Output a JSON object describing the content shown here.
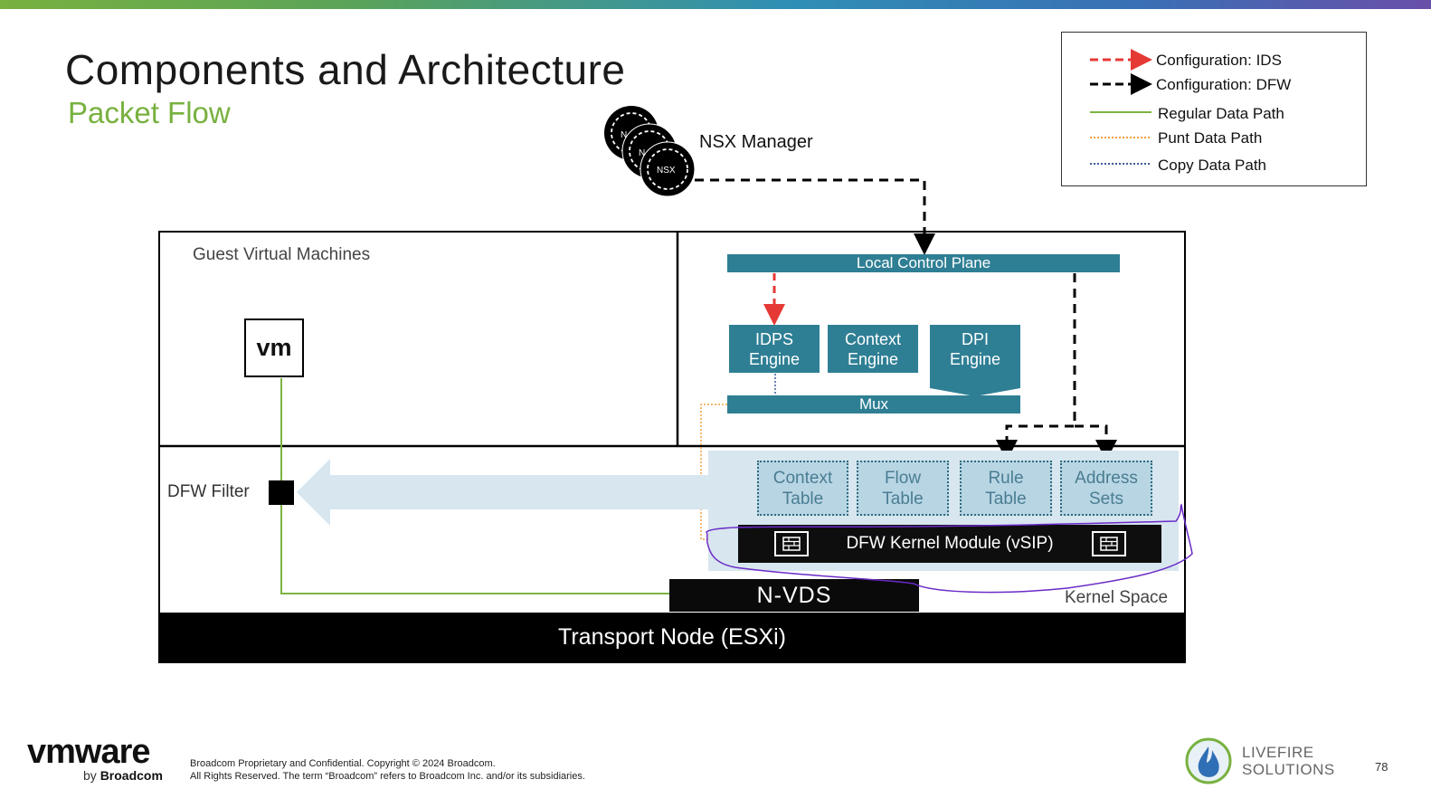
{
  "header": {
    "title": "Components and Architecture",
    "subtitle": "Packet Flow"
  },
  "legend": {
    "items": [
      {
        "label": "Configuration: IDS",
        "style": "red-dashed-arrow",
        "color": "#e53935"
      },
      {
        "label": "Configuration: DFW",
        "style": "black-dashed-arrow",
        "color": "#000000"
      },
      {
        "label": "Regular Data Path",
        "style": "solid",
        "color": "#7cb342"
      },
      {
        "label": "Punt Data Path",
        "style": "dotted",
        "color": "#f0a040"
      },
      {
        "label": "Copy Data Path",
        "style": "dotted",
        "color": "#3d5a99"
      }
    ]
  },
  "manager": {
    "label": "NSX Manager",
    "node_text": "NSX",
    "node_partial": "N"
  },
  "guest": {
    "label": "Guest Virtual Machines",
    "vm_label": "vm",
    "dfw_filter_label": "DFW Filter"
  },
  "control": {
    "lcp_label": "Local Control Plane",
    "idps_line1": "IDPS",
    "idps_line2": "Engine",
    "context_line1": "Context",
    "context_line2": "Engine",
    "dpi_line1": "DPI",
    "dpi_line2": "Engine",
    "mux_label": "Mux"
  },
  "kernel": {
    "tables": [
      {
        "line1": "Context",
        "line2": "Table"
      },
      {
        "line1": "Flow",
        "line2": "Table"
      },
      {
        "line1": "Rule",
        "line2": "Table"
      },
      {
        "line1": "Address",
        "line2": "Sets"
      }
    ],
    "module_label": "DFW Kernel Module (vSIP)",
    "nvds_label": "N-VDS",
    "kernel_space_label": "Kernel Space",
    "transport_label": "Transport Node (ESXi)"
  },
  "footer": {
    "logo": "vmware",
    "by": "by",
    "broadcom": "Broadcom",
    "legal_line1": "Broadcom Proprietary and Confidential. Copyright © 2024 Broadcom.",
    "legal_line2": "All Rights Reserved. The term “Broadcom” refers to Broadcom Inc. and/or its subsidiaries.",
    "livefire_line1": "LIVEFIRE",
    "livefire_line2": "SOLUTIONS",
    "page_number": "78"
  }
}
